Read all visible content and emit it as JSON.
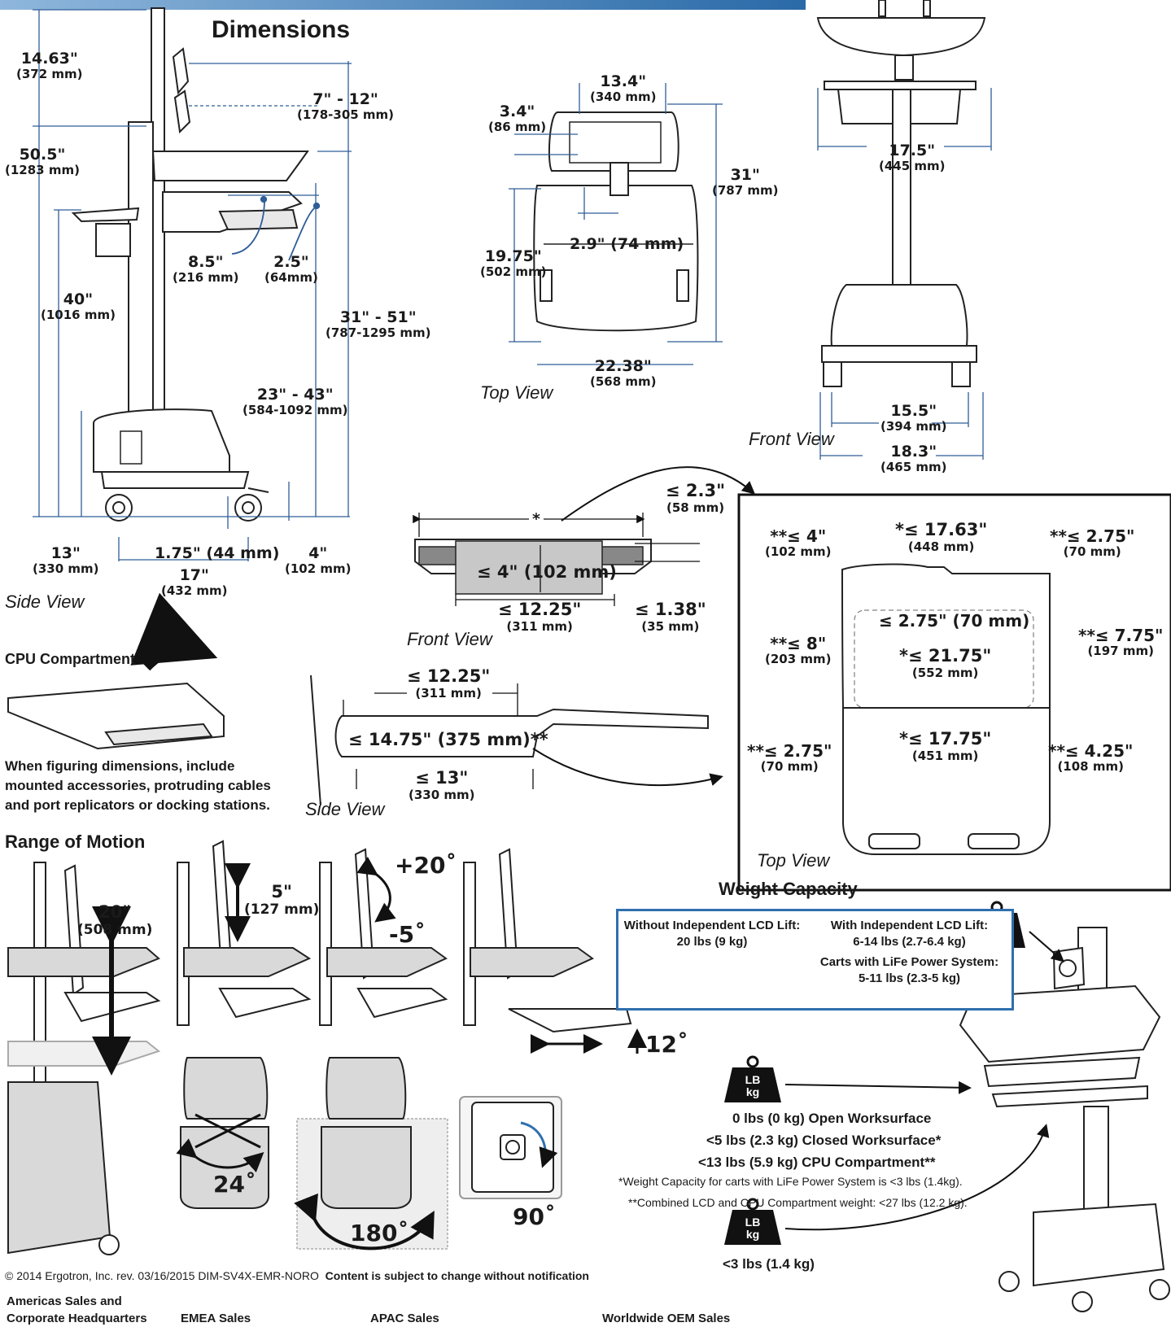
{
  "title": "Dimensions",
  "side_view": {
    "label": "Side View",
    "dims": [
      {
        "id": "d1",
        "main": "14.63\"",
        "sub": "(372 mm)"
      },
      {
        "id": "d2",
        "main": "7\" - 12\"",
        "sub": "(178-305 mm)"
      },
      {
        "id": "d3",
        "main": "50.5\"",
        "sub": "(1283 mm)"
      },
      {
        "id": "d4",
        "main": "40\"",
        "sub": "(1016 mm)"
      },
      {
        "id": "d5",
        "main": "8.5\"",
        "sub": "(216 mm)"
      },
      {
        "id": "d6",
        "main": "2.5\"",
        "sub": "(64mm)"
      },
      {
        "id": "d7",
        "main": "31\" - 51\"",
        "sub": "(787-1295 mm)"
      },
      {
        "id": "d8",
        "main": "23\" - 43\"",
        "sub": "(584-1092 mm)"
      },
      {
        "id": "d9",
        "main": "13\"",
        "sub": "(330 mm)"
      },
      {
        "id": "d10",
        "main": "1.75\" (44 mm)",
        "sub": ""
      },
      {
        "id": "d11",
        "main": "17\"",
        "sub": "(432 mm)"
      },
      {
        "id": "d12",
        "main": "4\"",
        "sub": "(102 mm)"
      }
    ]
  },
  "top_view": {
    "label": "Top View",
    "dims": [
      {
        "id": "t1",
        "main": "13.4\"",
        "sub": "(340 mm)"
      },
      {
        "id": "t2",
        "main": "3.4\"",
        "sub": "(86 mm)"
      },
      {
        "id": "t3",
        "main": "31\"",
        "sub": "(787 mm)"
      },
      {
        "id": "t4",
        "main": "19.75\"",
        "sub": "(502 mm)"
      },
      {
        "id": "t5",
        "main": "2.9\" (74 mm)",
        "sub": ""
      },
      {
        "id": "t6",
        "main": "22.38\"",
        "sub": "(568 mm)"
      }
    ]
  },
  "front_view": {
    "label": "Front View",
    "dims": [
      {
        "id": "f1",
        "main": "17.5\"",
        "sub": "(445 mm)"
      },
      {
        "id": "f2",
        "main": "15.5\"",
        "sub": "(394 mm)"
      },
      {
        "id": "f3",
        "main": "18.3\"",
        "sub": "(465 mm)"
      }
    ]
  },
  "cpu_front": {
    "label": "Front View",
    "star": "*",
    "dims": [
      {
        "id": "c1",
        "main": "≤ 2.3\"",
        "sub": "(58 mm)"
      },
      {
        "id": "c2",
        "main": "≤ 4\" (102 mm)",
        "sub": ""
      },
      {
        "id": "c3",
        "main": "≤ 12.25\"",
        "sub": "(311 mm)"
      },
      {
        "id": "c4",
        "main": "≤ 1.38\"",
        "sub": "(35 mm)"
      }
    ]
  },
  "cpu_side": {
    "label": "Side View",
    "dims": [
      {
        "id": "s1",
        "main": "≤ 12.25\"",
        "sub": "(311 mm)"
      },
      {
        "id": "s2",
        "main": "≤ 14.75\" (375 mm)**",
        "sub": ""
      },
      {
        "id": "s3",
        "main": "≤ 13\"",
        "sub": "(330 mm)"
      }
    ]
  },
  "cpu_top": {
    "label": "Top View",
    "dims": [
      {
        "id": "p1",
        "main": "**≤ 4\"",
        "sub": "(102 mm)"
      },
      {
        "id": "p2",
        "main": "*≤ 17.63\"",
        "sub": "(448 mm)"
      },
      {
        "id": "p3",
        "main": "**≤ 2.75\"",
        "sub": "(70 mm)"
      },
      {
        "id": "p4",
        "main": "≤ 2.75\" (70 mm)",
        "sub": ""
      },
      {
        "id": "p5",
        "main": "**≤ 8\"",
        "sub": "(203 mm)"
      },
      {
        "id": "p6",
        "main": "*≤ 21.75\"",
        "sub": "(552 mm)"
      },
      {
        "id": "p7",
        "main": "**≤ 7.75\"",
        "sub": "(197 mm)"
      },
      {
        "id": "p8",
        "main": "**≤ 2.75\"",
        "sub": "(70 mm)"
      },
      {
        "id": "p9",
        "main": "*≤ 17.75\"",
        "sub": "(451 mm)"
      },
      {
        "id": "p10",
        "main": "**≤ 4.25\"",
        "sub": "(108 mm)"
      }
    ]
  },
  "cpu_compartment": {
    "heading": "CPU Compartment",
    "note": "When figuring dimensions, include mounted accessories, protruding cables and port replicators or docking stations."
  },
  "range_of_motion": {
    "heading": "Range of Motion",
    "labels": [
      {
        "id": "r1",
        "main": "20\"",
        "sub": "(508 mm)"
      },
      {
        "id": "r2",
        "main": "5\"",
        "sub": "(127 mm)"
      },
      {
        "id": "r3",
        "main": "+20˚",
        "sub": ""
      },
      {
        "id": "r4",
        "main": "-5˚",
        "sub": ""
      },
      {
        "id": "r5",
        "main": "12˚",
        "sub": ""
      },
      {
        "id": "r6",
        "main": "24˚",
        "sub": ""
      },
      {
        "id": "r7",
        "main": "180˚",
        "sub": ""
      },
      {
        "id": "r8",
        "main": "90˚",
        "sub": ""
      }
    ]
  },
  "weight_capacity": {
    "heading": "Weight Capacity",
    "left_title": "Without Independent LCD Lift:",
    "left_value": "20 lbs (9 kg)",
    "right_title": "With Independent LCD Lift:",
    "right_value": "6-14 lbs (2.7-6.4 kg)",
    "right_title2": "Carts with LiFe Power System:",
    "right_value2": "5-11 lbs (2.3-5 kg)",
    "weight_icon_text": [
      "LB",
      "kg"
    ],
    "list": [
      "0 lbs (0 kg)  Open Worksurface",
      "<5 lbs (2.3 kg)  Closed Worksurface*",
      "<13 lbs (5.9 kg)  CPU Compartment**"
    ],
    "notes": [
      "*Weight Capacity for carts with LiFe Power System is <3 lbs (1.4kg).",
      "**Combined LCD and CPU Compartment weight: <27 lbs (12.2 kg)."
    ],
    "bottom_weight": "<3 lbs (1.4 kg)"
  },
  "footer": {
    "copyright": "© 2014 Ergotron, Inc.  rev. 03/16/2015  DIM-SV4X-EMR-NORO",
    "notice": "Content is subject to change without notification"
  },
  "bottom_headings": [
    "Americas Sales and",
    "Corporate Headquarters",
    "EMEA Sales",
    "APAC Sales",
    "Worldwide OEM Sales"
  ],
  "colors": {
    "accent": "#2f6fae",
    "dimension_line": "#2f5d97",
    "illustration_fill": "#d9d9d9"
  }
}
